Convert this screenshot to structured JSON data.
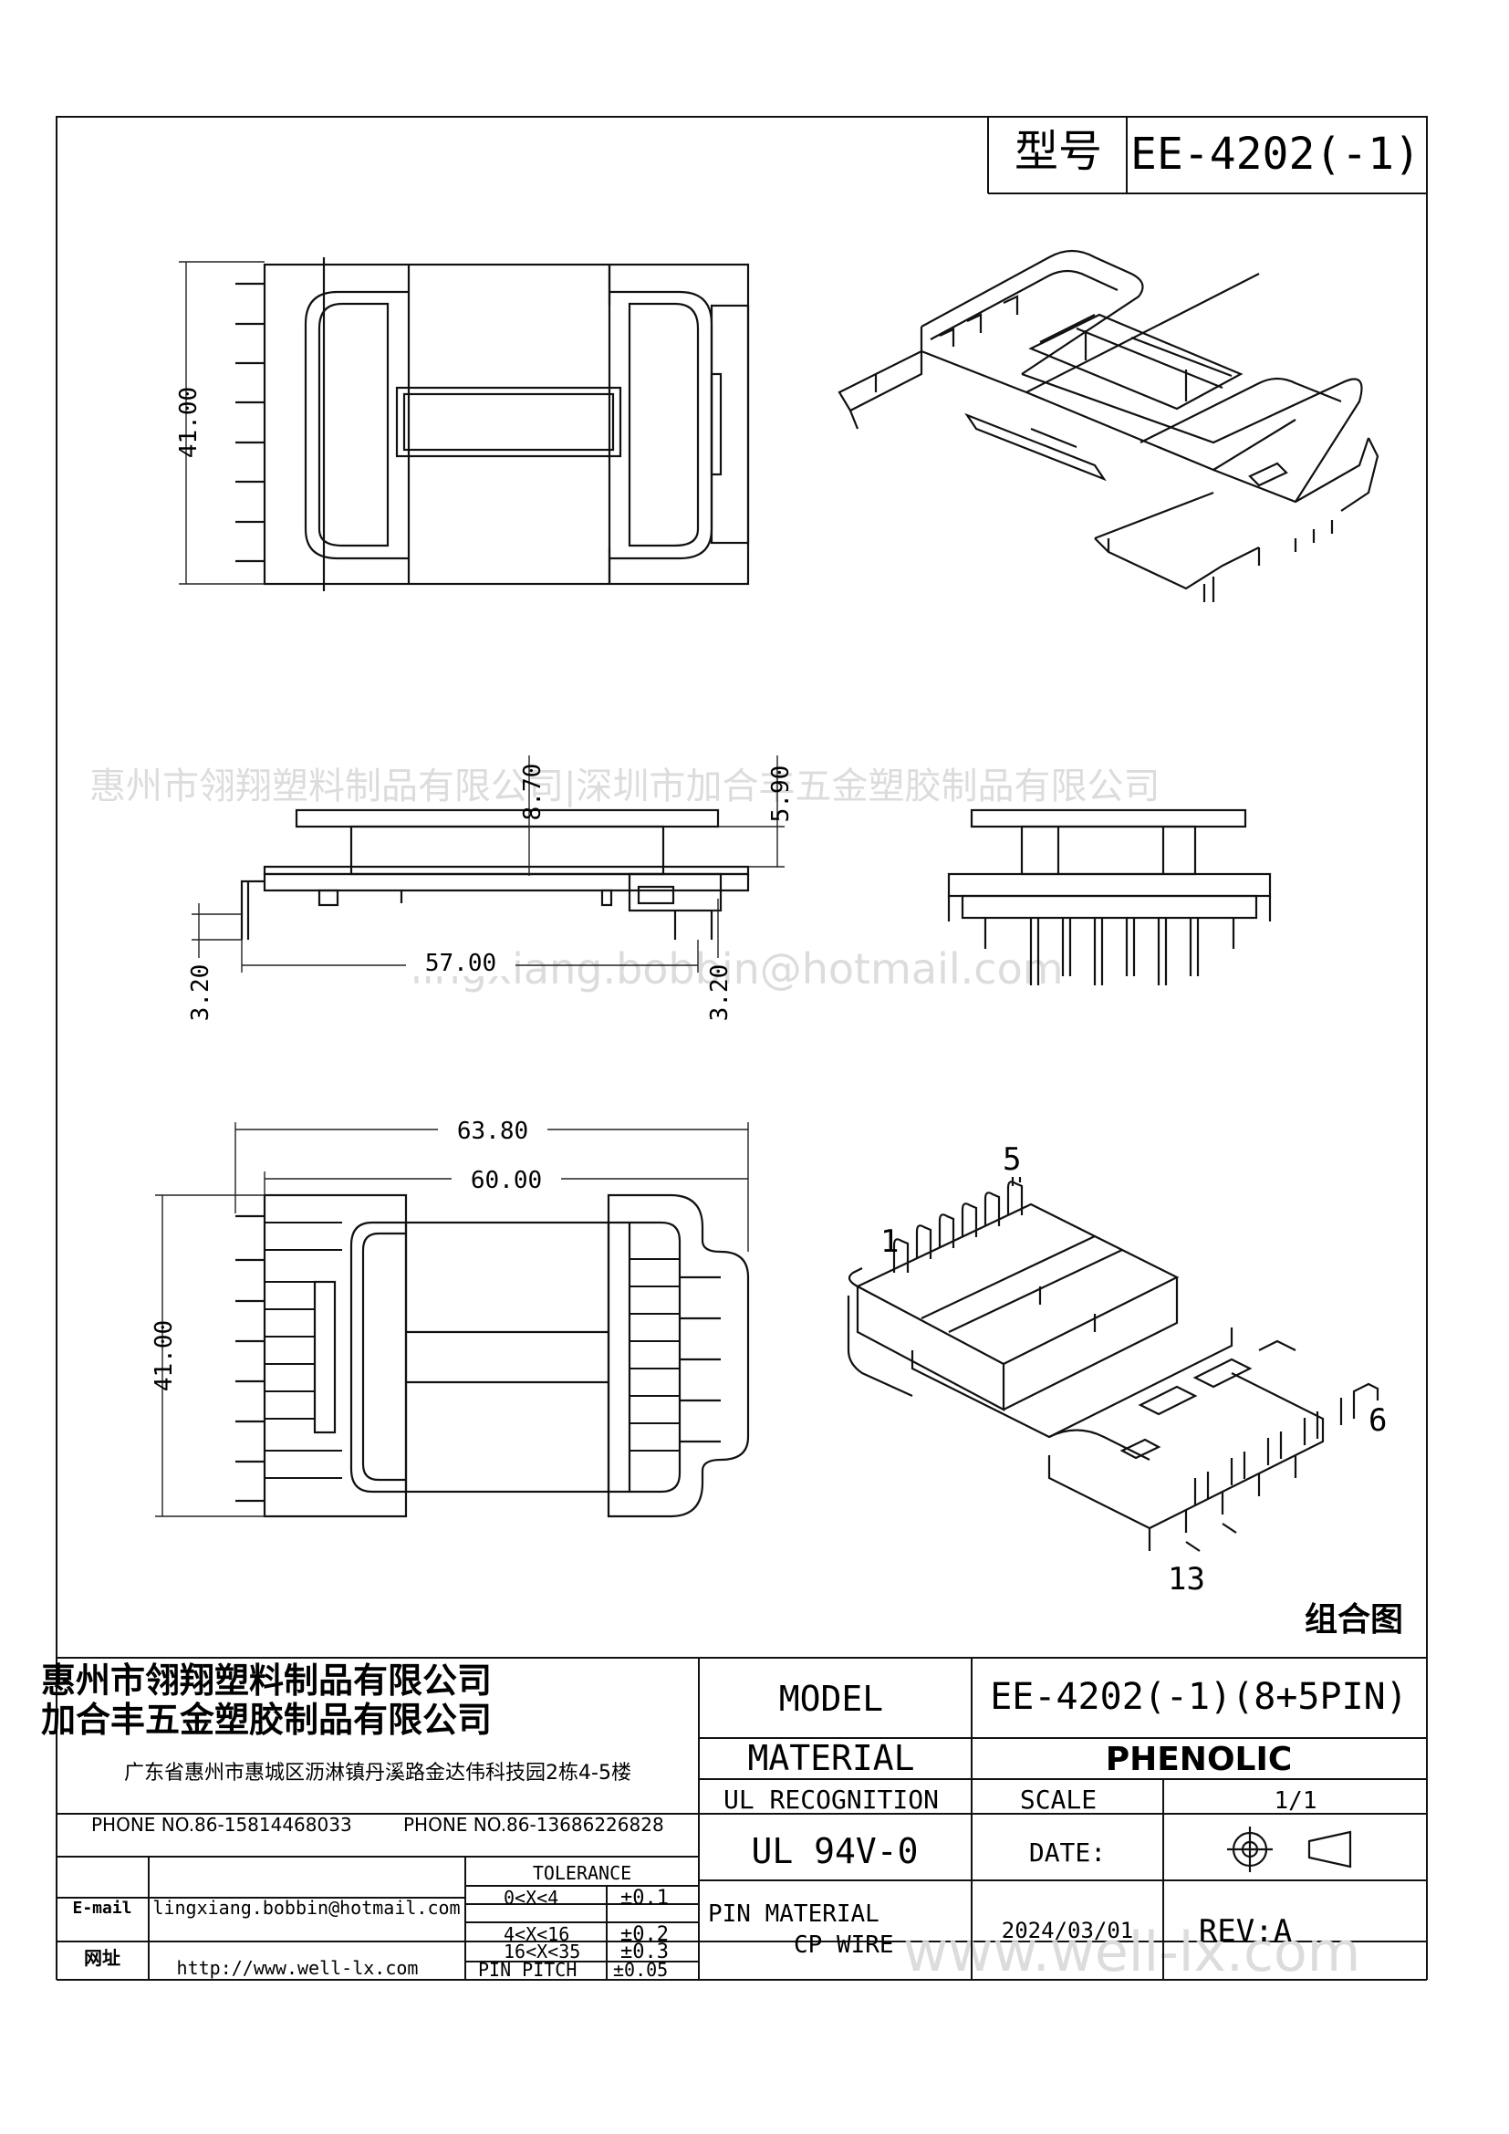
{
  "header": {
    "model_label": "型号",
    "model_value": "EE-4202(-1)"
  },
  "drawing": {
    "dims": {
      "d41_top": "41.00",
      "d8_70": "8.70",
      "d5_90": "5.90",
      "d57_00": "57.00",
      "d3_20_left": "3.20",
      "d3_20_right": "3.20",
      "d63_80": "63.80",
      "d60_00": "60.00",
      "d41_bottom": "41.00"
    },
    "pin_labels": {
      "p1": "1",
      "p5": "5",
      "p6": "6",
      "p13": "13"
    },
    "assembly_label": "组合图",
    "watermarks": {
      "company": "惠州市翎翔塑料制品有限公司|深圳市加合丰五金塑胶制品有限公司",
      "email": "lingxiang.bobbin@hotmail.com",
      "site": "www.well-lx.com"
    }
  },
  "title_block": {
    "company_line1": "惠州市翎翔塑料制品有限公司",
    "company_line2": "加合丰五金塑胶制品有限公司",
    "address": "广东省惠州市惠城区沥淋镇丹溪路金达伟科技园2栋4-5楼",
    "phone1": "PHONE NO.86-15814468033",
    "phone2": "PHONE NO.86-13686226828",
    "email_label": "E-mail",
    "email_value": "lingxiang.bobbin@hotmail.com",
    "web_label": "网址",
    "web_value": "http://www.well-lx.com",
    "tolerance_header": "TOLERANCE",
    "tolerances": [
      {
        "range": "0<X<4",
        "value": "±0.1"
      },
      {
        "range": "4<X<16",
        "value": "±0.2"
      },
      {
        "range": "16<X<35",
        "value": "±0.3"
      },
      {
        "range": "PIN PITCH",
        "value": "±0.05"
      }
    ],
    "model_label": "MODEL",
    "model_value": "EE-4202(-1)(8+5PIN)",
    "material_label": "MATERIAL",
    "material_value": "PHENOLIC",
    "ul_label": "UL RECOGNITION",
    "scale_label": "SCALE",
    "scale_value": "1/1",
    "ul_value": "UL 94V-0",
    "date_label": "DATE:",
    "pin_material_label1": "PIN  MATERIAL",
    "pin_material_label2": "CP WIRE",
    "date_value": "2024/03/01",
    "rev": "REV:A"
  }
}
